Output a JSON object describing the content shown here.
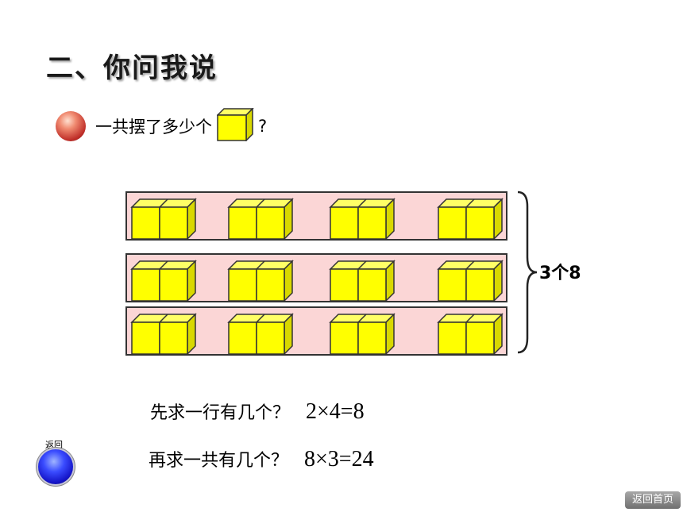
{
  "title": "二、你问我说",
  "question": {
    "text": "一共摆了多少个",
    "mark": "?"
  },
  "rows": [
    {
      "groups": 4,
      "cubes_per_group": 2
    },
    {
      "groups": 4,
      "cubes_per_group": 2
    },
    {
      "groups": 4,
      "cubes_per_group": 2
    }
  ],
  "brace_label": "3个8",
  "steps": [
    {
      "question": "先求一行有几个？",
      "equation": "2×4=8"
    },
    {
      "question": "再求一共有几个？",
      "equation": "8×3=24"
    }
  ],
  "nav": {
    "back_label": "返回",
    "home_label": "返回首页"
  },
  "colors": {
    "cube_face": "#ffff00",
    "cube_side": "#d8d800",
    "row_bg": "#fbd6d6",
    "outline": "#333333"
  }
}
